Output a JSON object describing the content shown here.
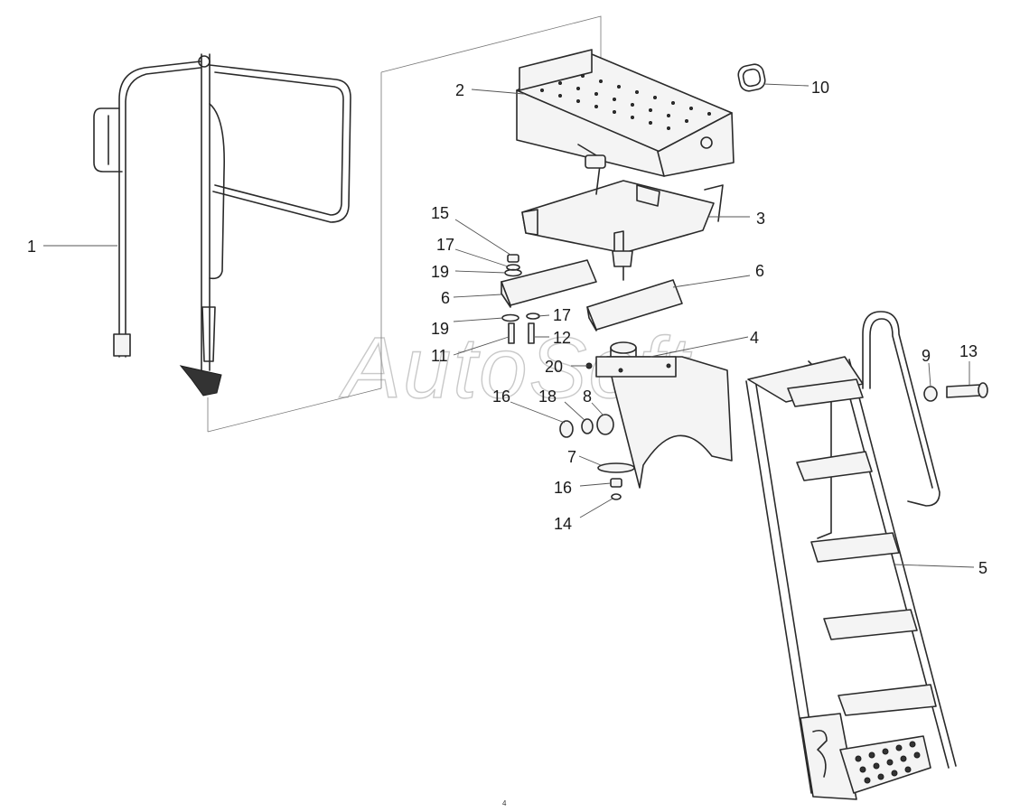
{
  "callouts": {
    "c1": "1",
    "c2": "2",
    "c3": "3",
    "c4": "4",
    "c5": "5",
    "c6a": "6",
    "c6b": "6",
    "c7": "7",
    "c8": "8",
    "c9": "9",
    "c10": "10",
    "c11": "11",
    "c12": "12",
    "c13": "13",
    "c14": "14",
    "c15": "15",
    "c16a": "16",
    "c16b": "16",
    "c17a": "17",
    "c17b": "17",
    "c18": "18",
    "c19a": "19",
    "c19b": "19",
    "c20": "20"
  },
  "watermark": "AutoSoft",
  "page_number": "4",
  "colors": {
    "line": "#2a2a2a",
    "watermark": "#c9c9c9",
    "background": "#ffffff"
  }
}
